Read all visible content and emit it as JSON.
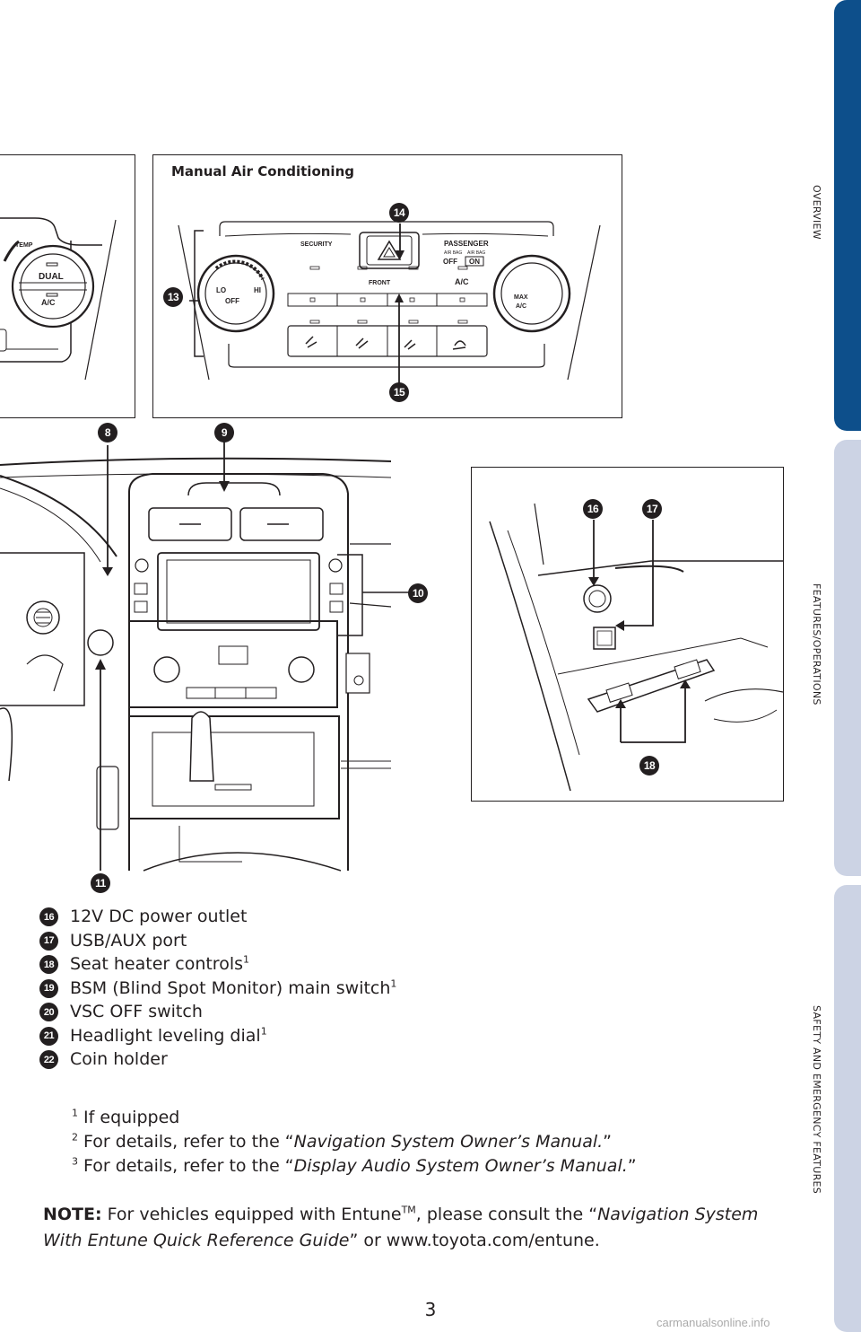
{
  "side_tabs": {
    "overview": "OVERVIEW",
    "features": "FEATURES/OPERATIONS",
    "safety": "SAFETY AND EMERGENCY FEATURES"
  },
  "figure_ac": {
    "title": "Manual Air Conditioning",
    "panel_labels": {
      "security": "SECURITY",
      "passenger": "PASSENGER",
      "air_bag": "AIR BAG",
      "off": "OFF",
      "on": "ON",
      "front": "FRONT",
      "ac": "A/C",
      "lo": "LO",
      "hi": "HI",
      "fan_off": "OFF",
      "max": "MAX",
      "max_ac": "A/C"
    },
    "left_panel_labels": {
      "temp": "TEMP",
      "dual": "DUAL",
      "ac": "A/C"
    }
  },
  "callouts": {
    "c8": "8",
    "c9": "9",
    "c10": "10",
    "c11": "11",
    "c13": "13",
    "c14": "14",
    "c15": "15",
    "c16": "16",
    "c17": "17",
    "c18": "18"
  },
  "items": [
    {
      "num": "16",
      "text": "12V DC power outlet",
      "sup": ""
    },
    {
      "num": "17",
      "text": "USB/AUX port",
      "sup": ""
    },
    {
      "num": "18",
      "text": "Seat heater controls",
      "sup": "1"
    },
    {
      "num": "19",
      "text": "BSM (Blind Spot Monitor) main switch",
      "sup": "1"
    },
    {
      "num": "20",
      "text": "VSC OFF switch",
      "sup": ""
    },
    {
      "num": "21",
      "text": "Headlight leveling dial",
      "sup": "1"
    },
    {
      "num": "22",
      "text": "Coin holder",
      "sup": ""
    }
  ],
  "footnotes": [
    {
      "mark": "1",
      "text": "If equipped",
      "italic": "",
      "end": ""
    },
    {
      "mark": "2",
      "text": "For details, refer to the “",
      "italic": "Navigation System Owner’s Manual.",
      "end": "”"
    },
    {
      "mark": "3",
      "text": "For details, refer to the “",
      "italic": "Display Audio System Owner’s Manual.",
      "end": "”"
    }
  ],
  "note": {
    "label": "NOTE:",
    "text1": " For vehicles equipped with Entune",
    "tm": "TM",
    "text2": ", please consult the “",
    "italic": "Navigation System With Entune Quick Reference Guide",
    "text3": "” or www.toyota.com/entune."
  },
  "page_number": "3",
  "watermark": "carmanualsonline.info",
  "colors": {
    "ink": "#231f20",
    "tab_active": "#0d4f8b",
    "tab_inactive": "#ccd3e4"
  }
}
